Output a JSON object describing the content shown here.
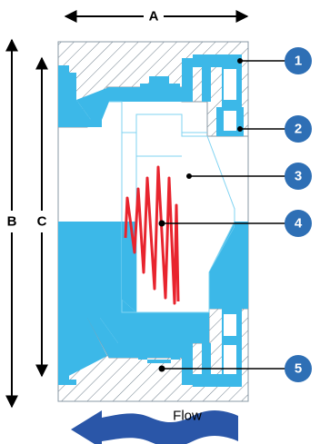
{
  "dimensions": {
    "a_label": "A",
    "b_label": "B",
    "c_label": "C"
  },
  "callouts": [
    {
      "number": "1"
    },
    {
      "number": "2"
    },
    {
      "number": "3"
    },
    {
      "number": "4"
    },
    {
      "number": "5"
    }
  ],
  "flow": {
    "label": "Flow"
  },
  "colors": {
    "valve_blue": "#3cb8e8",
    "hatch": "#6f7f8c",
    "spring": "#e8242e",
    "callout_circle": "#2e6fb5",
    "flow_arrow": "#2a56a8"
  }
}
